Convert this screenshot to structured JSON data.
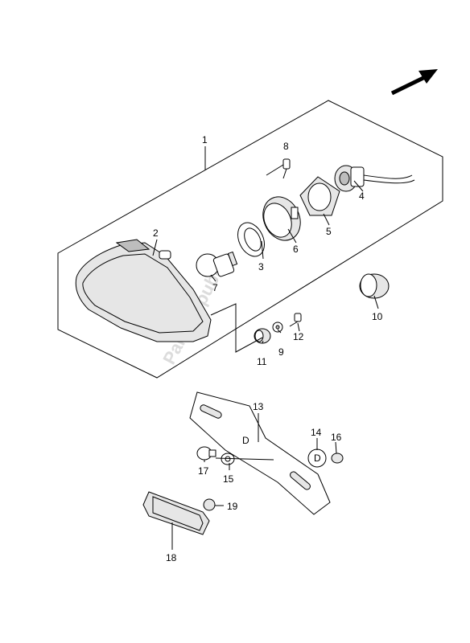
{
  "watermark": "PartsRepublik",
  "callouts": {
    "c1": "1",
    "c2": "2",
    "c3": "3",
    "c4": "4",
    "c5": "5",
    "c6": "6",
    "c7": "7",
    "c8": "8",
    "c9": "9",
    "c10": "10",
    "c11": "11",
    "c12": "12",
    "c13": "13",
    "c14": "14",
    "c15": "15",
    "c16": "16",
    "c17": "17",
    "c18": "18",
    "c19": "19"
  },
  "colors": {
    "line": "#000000",
    "part_fill": "#e6e6e6",
    "watermark": "#dcdcdc"
  },
  "icons": {
    "direction_arrow": "arrow-up-right-icon"
  }
}
